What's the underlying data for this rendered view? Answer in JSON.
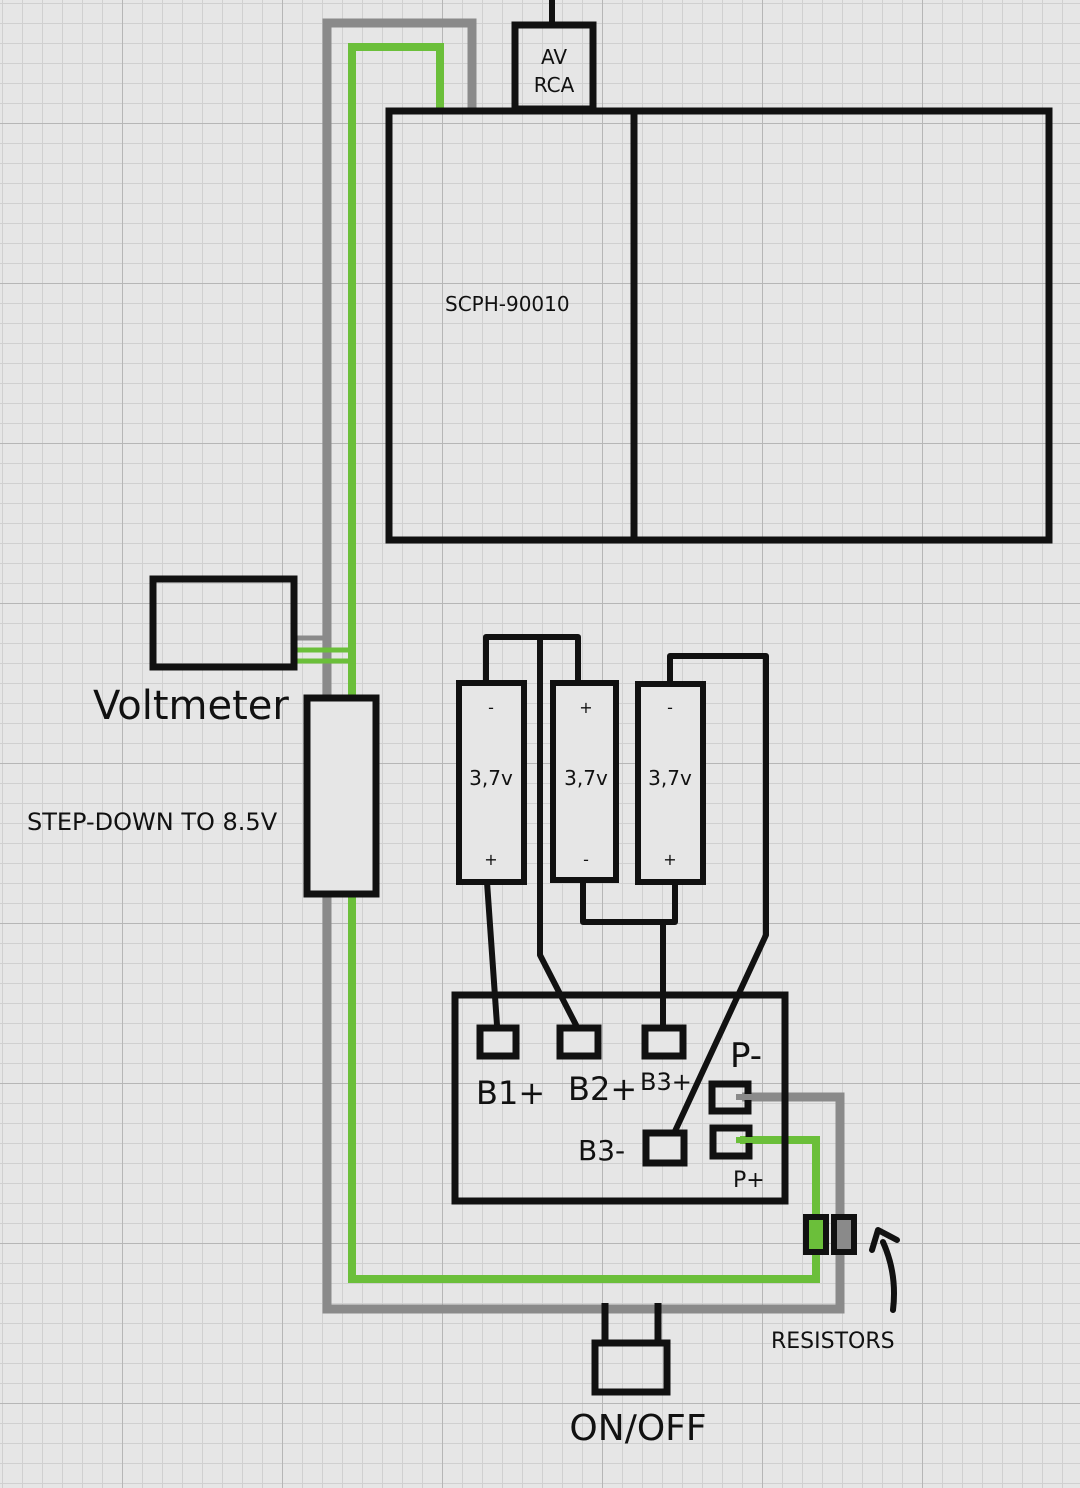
{
  "colors": {
    "green_wire": "#6bbf3a",
    "gray_wire": "#8a8a8a",
    "outline": "#111111",
    "grid_background": "#e6e6e6"
  },
  "labels": {
    "av_line1": "AV",
    "av_line2": "RCA",
    "console": "SCPH-90010",
    "voltmeter": "Voltmeter",
    "stepdown": "STEP-DOWN TO 8.5V",
    "bms_b1_plus": "B1+",
    "bms_b2_plus": "B2+",
    "bms_b3_plus": "B3+",
    "bms_b3_minus": "B3-",
    "bms_p_minus": "P-",
    "bms_p_plus": "P+",
    "resistors": "RESISTORS",
    "switch": "ON/OFF"
  },
  "cells": [
    {
      "voltage": "3,7v",
      "top": "-",
      "bottom": "+"
    },
    {
      "voltage": "3,7v",
      "top": "+",
      "bottom": "-"
    },
    {
      "voltage": "3,7v",
      "top": "-",
      "bottom": "+"
    }
  ]
}
